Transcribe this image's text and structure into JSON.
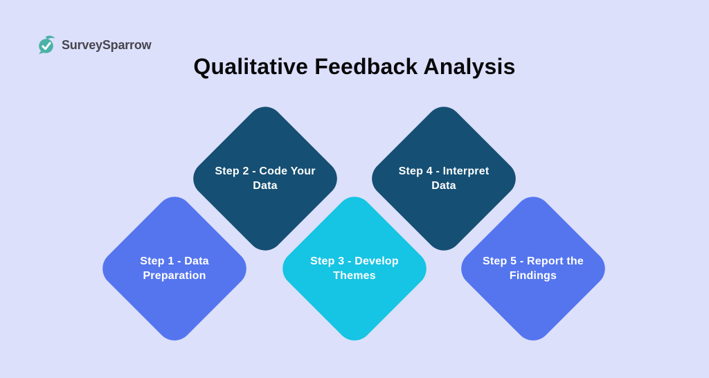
{
  "canvas": {
    "background": "#dde0fb"
  },
  "logo": {
    "brand": "SurveySparrow",
    "icon": "surveysparrow-check-bird-icon",
    "icon_color": "#4cb1a6",
    "text_color": "#46454e"
  },
  "title": {
    "text": "Qualitative Feedback Analysis",
    "color": "#09090b"
  },
  "steps": [
    {
      "id": 1,
      "label": "Step 1 - Data Preparation",
      "label_lines": [
        "Step 1 - Data",
        "Preparation"
      ],
      "shape_color": "#5475ee",
      "text_color": "#ffffff",
      "position": "bottom-left"
    },
    {
      "id": 2,
      "label": "Step 2 - Code Your Data",
      "label_lines": [
        "Step 2 - Code Your",
        "Data"
      ],
      "shape_color": "#154f73",
      "text_color": "#ffffff",
      "position": "top-left"
    },
    {
      "id": 3,
      "label": "Step 3 - Develop Themes",
      "label_lines": [
        "Step 3 - Develop",
        "Themes"
      ],
      "shape_color": "#16c4e4",
      "text_color": "#ffffff",
      "position": "bottom-center"
    },
    {
      "id": 4,
      "label": "Step 4 - Interpret Data",
      "label_lines": [
        "Step 4 - Interpret",
        "Data"
      ],
      "shape_color": "#154f73",
      "text_color": "#ffffff",
      "position": "top-right"
    },
    {
      "id": 5,
      "label": "Step 5 - Report the Findings",
      "label_lines": [
        "Step 5 - Report the",
        "Findings"
      ],
      "shape_color": "#5475ee",
      "text_color": "#ffffff",
      "position": "bottom-right"
    }
  ]
}
